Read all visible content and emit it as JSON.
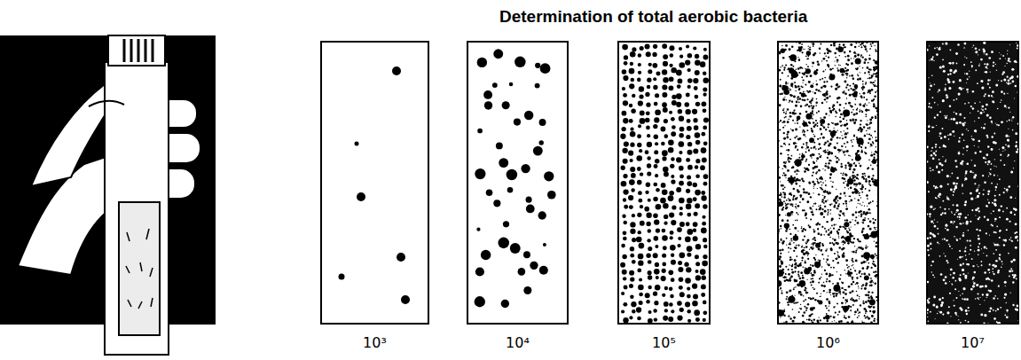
{
  "diagram": {
    "title": "Determination of total aerobic bacteria",
    "labels": [
      "10³",
      "10⁴",
      "10⁵",
      "10⁶",
      "10⁷"
    ]
  }
}
